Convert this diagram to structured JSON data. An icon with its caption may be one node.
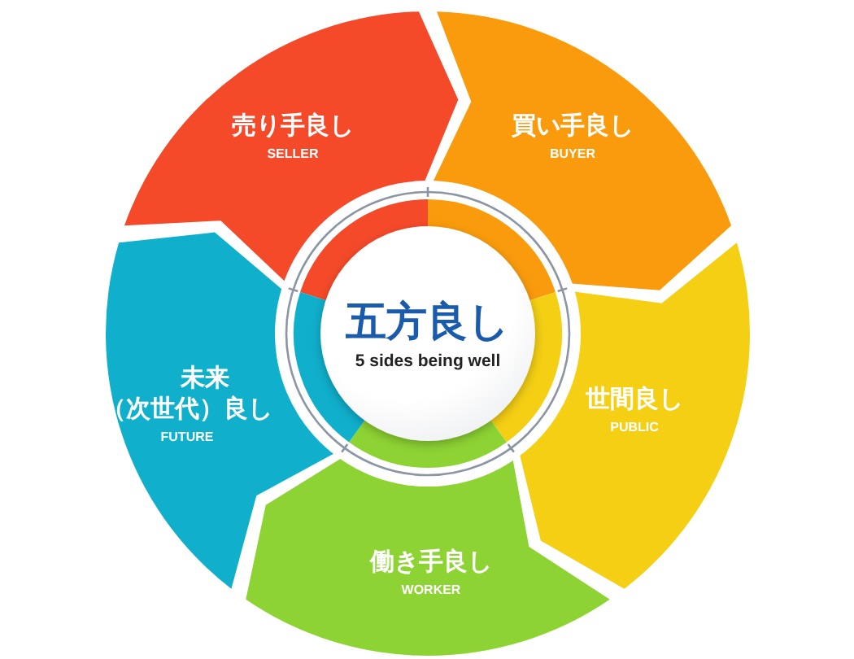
{
  "diagram": {
    "nodes": [
      {
        "text": [
          "五方良し",
          "5 sides being well"
        ]
      },
      {
        "text": [
          "売り手良し",
          "SELLER"
        ]
      },
      {
        "text": [
          "買い手良し",
          "BUYER"
        ]
      },
      {
        "text": [
          "世間良し",
          "PUBLIC"
        ]
      },
      {
        "text": [
          "働き手良し",
          "WORKER"
        ]
      },
      {
        "text": [
          "未来（次世代）良し",
          "FUTURE"
        ]
      }
    ]
  }
}
